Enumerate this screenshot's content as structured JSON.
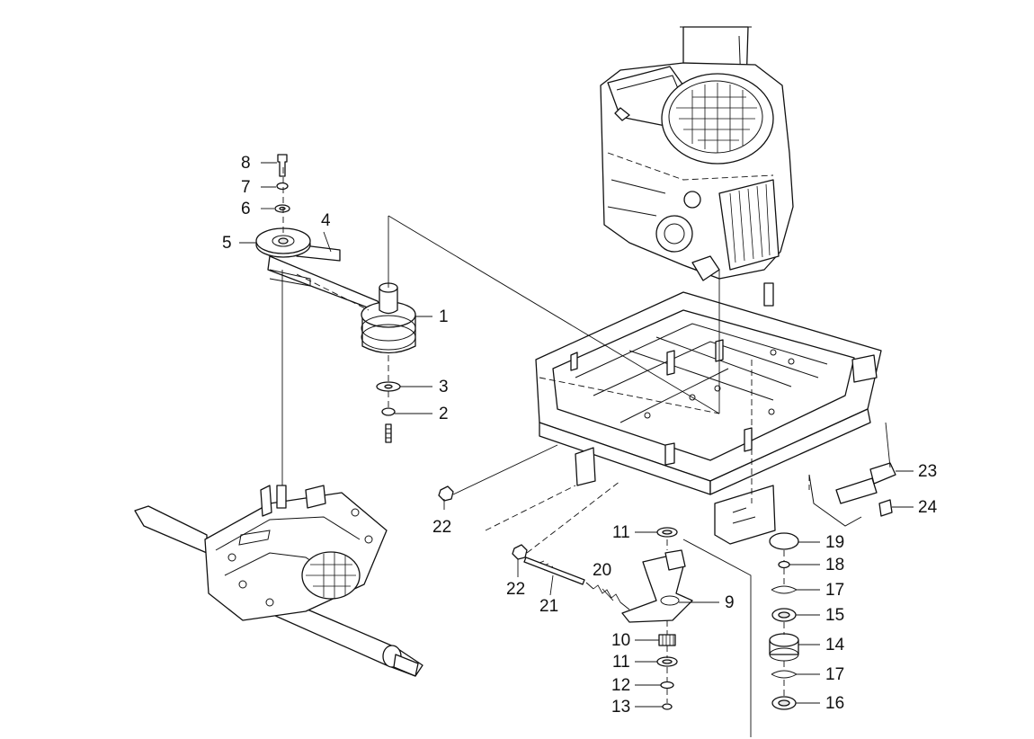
{
  "diagram": {
    "callouts": [
      {
        "id": "c8",
        "label": "8"
      },
      {
        "id": "c7",
        "label": "7"
      },
      {
        "id": "c6",
        "label": "6"
      },
      {
        "id": "c5",
        "label": "5"
      },
      {
        "id": "c4",
        "label": "4"
      },
      {
        "id": "c1",
        "label": "1"
      },
      {
        "id": "c3",
        "label": "3"
      },
      {
        "id": "c2",
        "label": "2"
      },
      {
        "id": "c22a",
        "label": "22"
      },
      {
        "id": "c22b",
        "label": "22"
      },
      {
        "id": "c21",
        "label": "21"
      },
      {
        "id": "c20",
        "label": "20"
      },
      {
        "id": "c11a",
        "label": "11"
      },
      {
        "id": "c9",
        "label": "9"
      },
      {
        "id": "c10",
        "label": "10"
      },
      {
        "id": "c11b",
        "label": "11"
      },
      {
        "id": "c12",
        "label": "12"
      },
      {
        "id": "c13",
        "label": "13"
      },
      {
        "id": "c23",
        "label": "23"
      },
      {
        "id": "c24",
        "label": "24"
      },
      {
        "id": "c19",
        "label": "19"
      },
      {
        "id": "c18",
        "label": "18"
      },
      {
        "id": "c17a",
        "label": "17"
      },
      {
        "id": "c15",
        "label": "15"
      },
      {
        "id": "c14",
        "label": "14"
      },
      {
        "id": "c17b",
        "label": "17"
      },
      {
        "id": "c16",
        "label": "16"
      }
    ]
  }
}
